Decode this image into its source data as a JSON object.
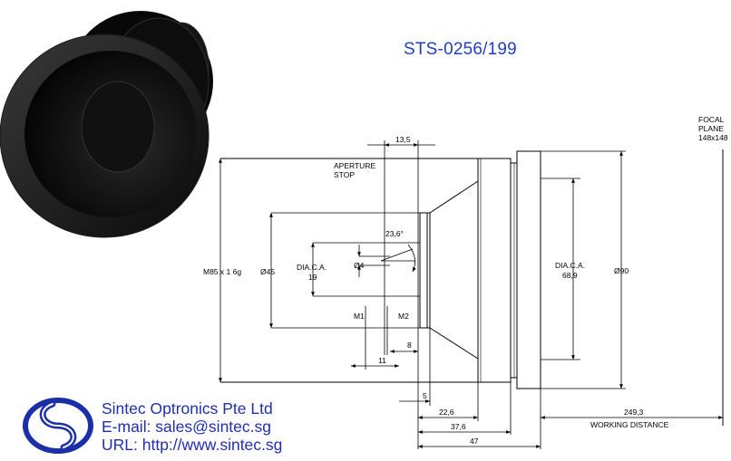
{
  "drawing": {
    "part_number": "STS-0256/199",
    "focal_plane": {
      "line1": "FOCAL",
      "line2": "PLANE",
      "line3": "148x148"
    },
    "aperture_stop": {
      "line1": "APERTURE",
      "line2": "STOP"
    },
    "thread": "M85 x 1  6g",
    "dims": {
      "d45": "Ø45",
      "d4": "Ø4",
      "d90": "Ø90",
      "angle": "23,6°",
      "dia_ca_19": {
        "line1": "DIA.C.A.",
        "line2": "19"
      },
      "dia_ca_68": {
        "line1": "DIA.C.A.",
        "line2": "68,9"
      },
      "m1": "M1",
      "m2": "M2",
      "top_135": "13,5",
      "l8": "8",
      "l11": "11",
      "l5": "5",
      "l226": "22,6",
      "l376": "37,6",
      "l47": "47",
      "l2493": "249,3",
      "working_distance": "WORKING DISTANCE"
    }
  },
  "company": {
    "name": "Sintec Optronics Pte Ltd",
    "email": "E-mail: sales@sintec.sg",
    "url": "URL: http://www.sintec.sg"
  },
  "colors": {
    "title_blue": "#1f3fbf",
    "company_blue": "#1f2fb0",
    "logo_blue": "#1a2fa8"
  }
}
